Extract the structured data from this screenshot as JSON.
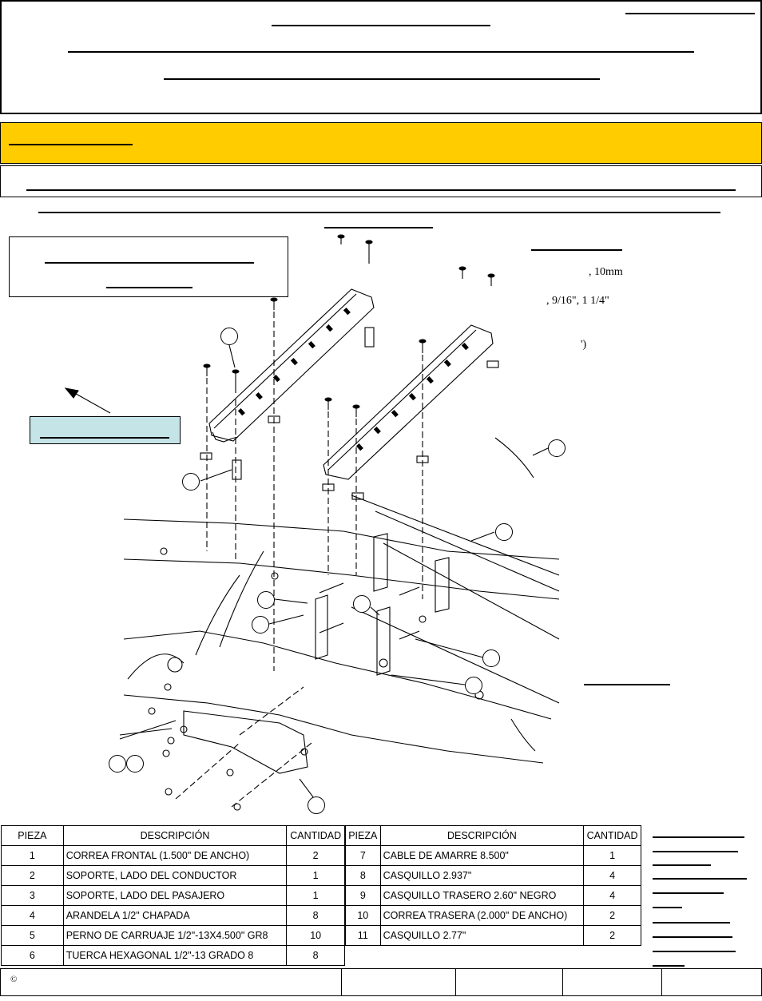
{
  "header": {
    "title": "",
    "subtitle": ""
  },
  "banner": {
    "label": ""
  },
  "notes": [
    ", 10mm",
    ", 9/16\", 1 1/4\"",
    "')"
  ],
  "parts_table_left": {
    "headers": [
      "PIEZA",
      "DESCRIPCIÓN",
      "CANTIDAD"
    ],
    "rows": [
      [
        "1",
        "CORREA FRONTAL (1.500\" DE ANCHO)",
        "2"
      ],
      [
        "2",
        "SOPORTE, LADO DEL CONDUCTOR",
        "1"
      ],
      [
        "3",
        "SOPORTE, LADO DEL PASAJERO",
        "1"
      ],
      [
        "4",
        "ARANDELA 1/2\" CHAPADA",
        "8"
      ],
      [
        "5",
        "PERNO DE CARRUAJE 1/2\"-13X4.500\" GR8",
        "10"
      ],
      [
        "6",
        "TUERCA HEXAGONAL 1/2\"-13 GRADO 8",
        "8"
      ]
    ]
  },
  "parts_table_right": {
    "headers": [
      "PIEZA",
      "DESCRIPCIÓN",
      "CANTIDAD"
    ],
    "rows": [
      [
        "7",
        "CABLE DE AMARRE 8.500\"",
        "1"
      ],
      [
        "8",
        "CASQUILLO 2.937\"",
        "4"
      ],
      [
        "9",
        "CASQUILLO TRASERO 2.60\" NEGRO",
        "4"
      ],
      [
        "10",
        "CORREA TRASERA (2.000\" DE ANCHO)",
        "2"
      ],
      [
        "11",
        "CASQUILLO 2.77\"",
        "2"
      ]
    ]
  },
  "footer": {
    "copyright": "©"
  },
  "colors": {
    "banner": "#FFCC00",
    "front_box": "#C5E4E8"
  }
}
